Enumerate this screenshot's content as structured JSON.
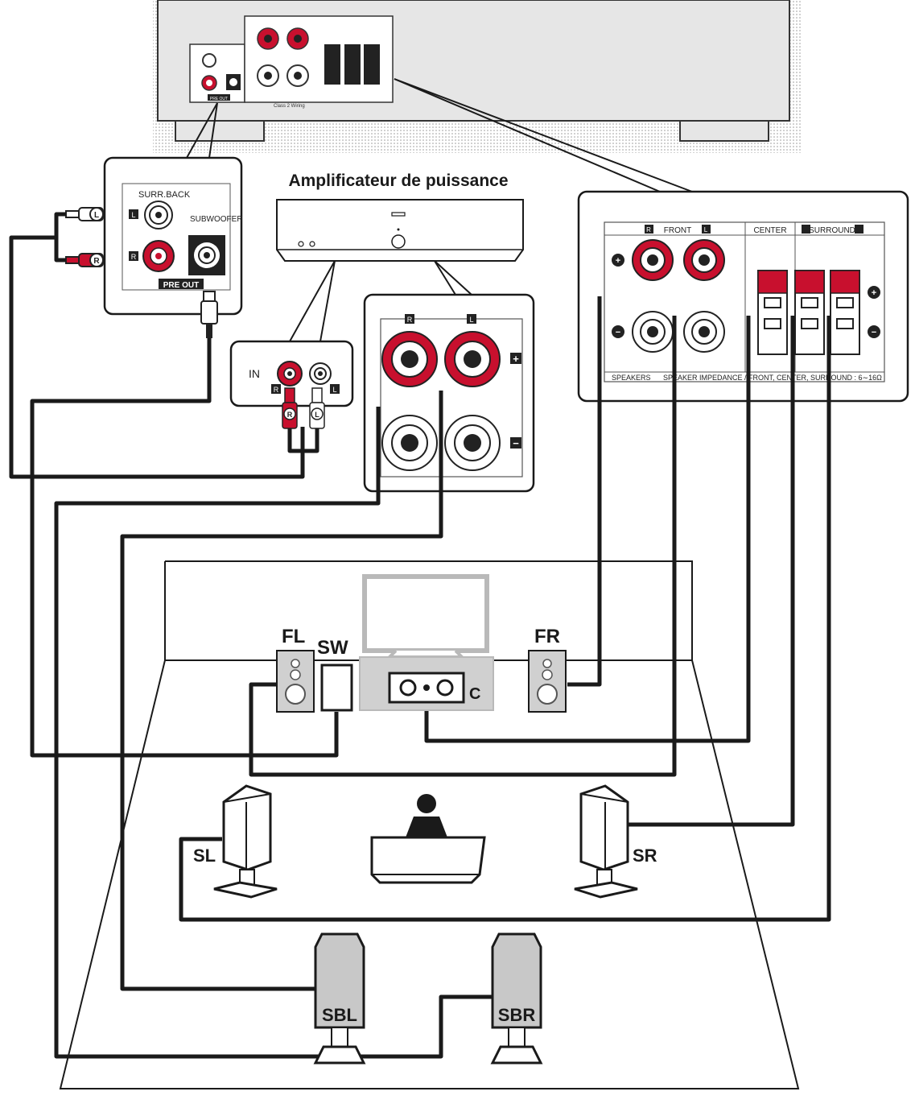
{
  "amplifier": {
    "title": "Amplificateur de puissance",
    "in_label": "IN",
    "r": "R",
    "l": "L"
  },
  "preout_callout": {
    "surr_back": "SURR.BACK",
    "subwoofer": "SUBWOOFER",
    "pre_out": "PRE OUT",
    "l": "L",
    "r": "R"
  },
  "amp_terminals": {
    "r": "R",
    "l": "L",
    "plus": "+",
    "minus": "−"
  },
  "receiver_callout": {
    "r": "R",
    "front": "FRONT",
    "l": "L",
    "center": "CENTER",
    "surround": "SURROUND",
    "footer_speakers": "SPEAKERS",
    "footer_impedance": "SPEAKER IMPEDANCE / FRONT, CENTER, SURROUND : 6∼16Ω",
    "plus": "+",
    "minus": "−"
  },
  "receiver_panel": {
    "class2": "Class 2 Wiring",
    "pre_out": "PRE OUT"
  },
  "speakers": {
    "fl": "FL",
    "sw": "SW",
    "c": "C",
    "fr": "FR",
    "sl": "SL",
    "sr": "SR",
    "sbl": "SBL",
    "sbr": "SBR"
  },
  "colors": {
    "red": "#c8102e",
    "black": "#1a1a1a",
    "gray": "#b9b9b9",
    "speaker_gray": "#d0d0d0"
  }
}
